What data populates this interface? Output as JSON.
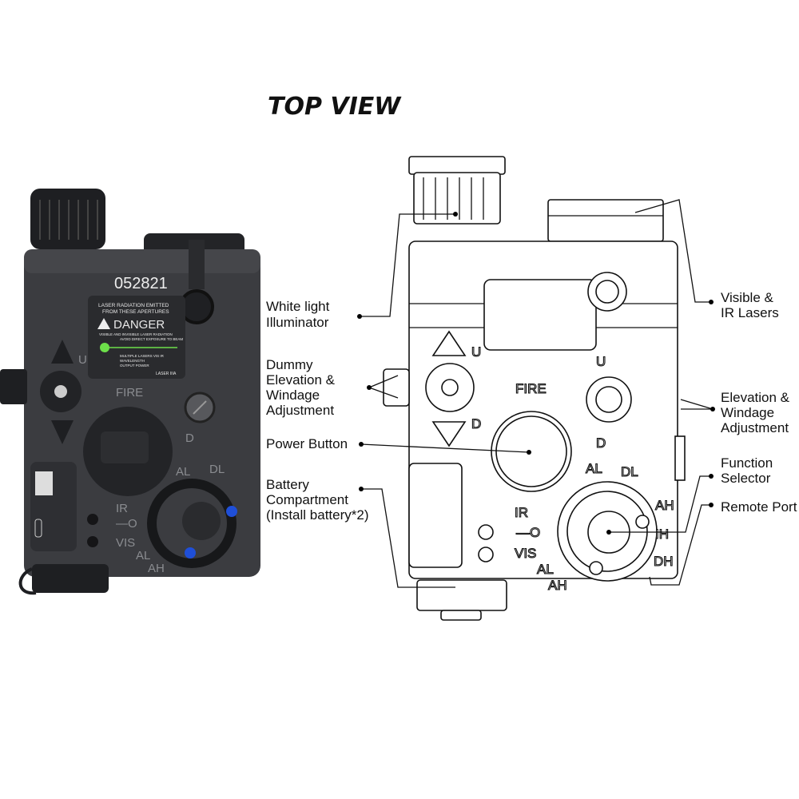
{
  "title": "TOP VIEW",
  "device_photo": {
    "serial": "052821",
    "warning_label": {
      "line1": "LASER RADIATION EMITTED",
      "line2": "FROM THESE APERTURES",
      "heading": "DANGER",
      "line3": "VISIBLE AND INVISIBLE LASER RADIATION",
      "line4": "AVOID DIRECT EXPOSURE TO BEAM",
      "specs": [
        "MULTIPLE LASERS  VIS  IR",
        "WAVELENGTH",
        "OUTPUT POWER"
      ],
      "footer": "LASER IIIA"
    },
    "markings": {
      "fire": "FIRE",
      "up": "U",
      "down": "D",
      "al": "AL",
      "dl": "DL",
      "ir": "IR",
      "off": "—O",
      "vis": "VIS",
      "al2": "AL",
      "ah": "AH"
    },
    "accent_colors": {
      "body": "#3a3b3f",
      "screws": "#1f4fd8",
      "laser": "#6de04a"
    }
  },
  "diagram": {
    "markings": {
      "fire": "FIRE",
      "up": "U",
      "down": "D",
      "al": "AL",
      "dl": "DL",
      "ah": "AH",
      "ih": "IH",
      "dh": "DH",
      "ir": "IR",
      "off": "—O",
      "vis": "VIS",
      "al2": "AL",
      "ah2": "AH"
    },
    "callouts_left": [
      {
        "lines": [
          "White light",
          "Illuminator"
        ]
      },
      {
        "lines": [
          "Dummy",
          "Elevation &",
          "Windage",
          "Adjustment"
        ]
      },
      {
        "lines": [
          "Power Button"
        ]
      },
      {
        "lines": [
          "Battery",
          "Compartment",
          "(Install battery*2)"
        ]
      }
    ],
    "callouts_right": [
      {
        "lines": [
          "Visible &",
          "IR Lasers"
        ]
      },
      {
        "lines": [
          "Elevation &",
          "Windage",
          "Adjustment"
        ]
      },
      {
        "lines": [
          "Function",
          "Selector"
        ]
      },
      {
        "lines": [
          "Remote Port"
        ]
      }
    ]
  }
}
